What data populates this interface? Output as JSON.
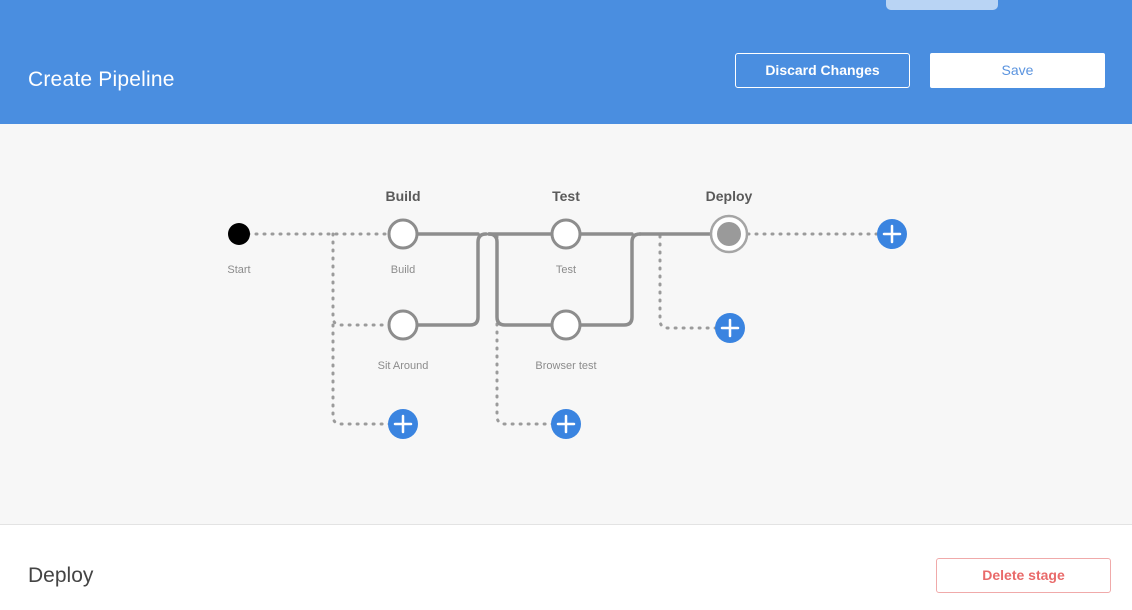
{
  "header": {
    "title": "Create Pipeline",
    "discard_label": "Discard Changes",
    "save_label": "Save",
    "bg_color": "#4a8ee0"
  },
  "top_pill": {
    "color": "#b9d4f4"
  },
  "pipeline": {
    "start_label": "Start",
    "stages": [
      {
        "title": "Build",
        "jobs": [
          {
            "label": "Build"
          },
          {
            "label": "Sit Around"
          }
        ],
        "selected": false
      },
      {
        "title": "Test",
        "jobs": [
          {
            "label": "Test"
          },
          {
            "label": "Browser test"
          }
        ],
        "selected": false
      },
      {
        "title": "Deploy",
        "jobs": [],
        "selected": true
      }
    ],
    "add_buttons": [
      {
        "name": "add-stage-after-deploy"
      },
      {
        "name": "add-job-deploy"
      },
      {
        "name": "add-job-build"
      },
      {
        "name": "add-job-test"
      }
    ],
    "add_icon": "plus-icon",
    "colors": {
      "canvas": "#f7f7f7",
      "line": "#8d8d8d",
      "node_stroke": "#8d8d8d",
      "node_fill": "#ffffff",
      "selected_fill": "#9a9a9a",
      "start_dot": "#000000",
      "add_button": "#3a84e0"
    }
  },
  "footer": {
    "title": "Deploy",
    "delete_label": "Delete stage",
    "delete_color": "#e96a6a"
  }
}
